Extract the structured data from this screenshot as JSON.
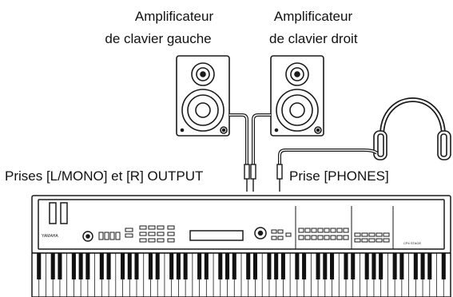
{
  "labels": {
    "left_speaker_line1": "Amplificateur",
    "left_speaker_line2": "de clavier gauche",
    "right_speaker_line1": "Amplificateur",
    "right_speaker_line2": "de clavier droit",
    "output_jacks": "Prises [L/MONO] et [R] OUTPUT",
    "phones_jack": "Prise [PHONES]"
  },
  "piano_panel": {
    "brand": "YAMAHA",
    "model": "CP4 STAGE"
  },
  "colors": {
    "line": "#1a1a1a",
    "fill": "#ffffff",
    "key_black": "#111111"
  }
}
